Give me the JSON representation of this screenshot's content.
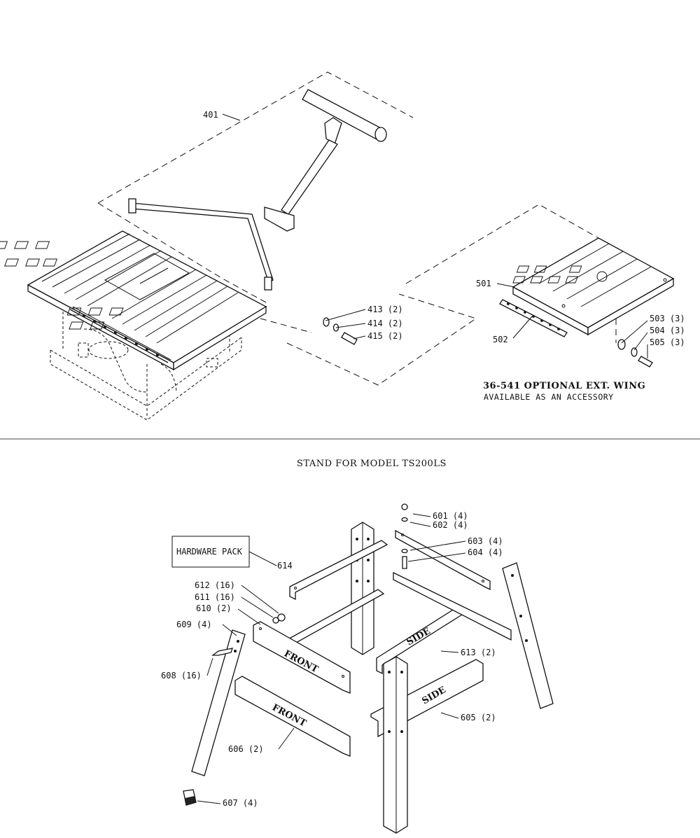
{
  "upper": {
    "callouts": [
      {
        "id": "c401",
        "text": "401"
      },
      {
        "id": "c413",
        "text": "413 (2)"
      },
      {
        "id": "c414",
        "text": "414 (2)"
      },
      {
        "id": "c415",
        "text": "415 (2)"
      },
      {
        "id": "c501",
        "text": "501"
      },
      {
        "id": "c502",
        "text": "502"
      },
      {
        "id": "c503",
        "text": "503 (3)"
      },
      {
        "id": "c504",
        "text": "504 (3)"
      },
      {
        "id": "c505",
        "text": "505 (3)"
      }
    ],
    "wing_caption_line1": "36-541 OPTIONAL EXT. WING",
    "wing_caption_line2": "AVAILABLE AS AN ACCESSORY"
  },
  "lower": {
    "title": "STAND FOR MODEL TS200LS",
    "hardware_pack_label": "HARDWARE PACK",
    "callouts": [
      {
        "id": "c601",
        "text": "601 (4)"
      },
      {
        "id": "c602",
        "text": "602 (4)"
      },
      {
        "id": "c603",
        "text": "603 (4)"
      },
      {
        "id": "c604",
        "text": "604 (4)"
      },
      {
        "id": "c614",
        "text": "614"
      },
      {
        "id": "c612",
        "text": "612 (16)"
      },
      {
        "id": "c611",
        "text": "611 (16)"
      },
      {
        "id": "c610",
        "text": "610 (2)"
      },
      {
        "id": "c609",
        "text": "609 (4)"
      },
      {
        "id": "c608",
        "text": "608 (16)"
      },
      {
        "id": "c613",
        "text": "613 (2)"
      },
      {
        "id": "c605",
        "text": "605 (2)"
      },
      {
        "id": "c606",
        "text": "606 (2)"
      },
      {
        "id": "c607",
        "text": "607 (4)"
      }
    ],
    "stamps": {
      "front_upper": "FRONT",
      "front_lower": "FRONT",
      "side_upper": "SIDE",
      "side_lower": "SIDE"
    }
  }
}
